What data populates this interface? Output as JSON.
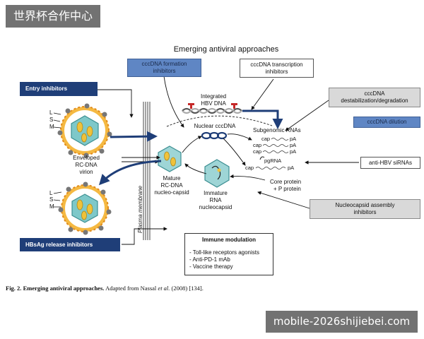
{
  "watermarks": {
    "top": "世界杯合作中心",
    "bottom": "mobile-2026shijiebei.com"
  },
  "diagram": {
    "title": "Emerging antiviral approaches",
    "boxes": {
      "cccdna_formation": [
        "cccDNA formation",
        "inhibitors"
      ],
      "cccdna_transcription": [
        "cccDNA transcription",
        "inhibitors"
      ],
      "entry": "Entry inhibitors",
      "destabilization": [
        "cccDNA",
        "destabilization/degradation"
      ],
      "dilution": "cccDNA dilution",
      "sirna": "anti-HBV siRNAs",
      "capsid_assembly": [
        "Nucleocapsid assembly",
        "inhibitors"
      ],
      "hbsag_release": "HBsAg release inhibitors"
    },
    "immune": {
      "title": "Immune modulation",
      "items": [
        "- Toll-like receptors agonists",
        "- Anti-PD-1 mAb",
        "- Vaccine therapy"
      ]
    },
    "labels": {
      "integrated": [
        "Integrated",
        "HBV DNA"
      ],
      "nuclear": "Nuclear cccDNA",
      "subgenomic": "Subgenomic RNAs",
      "cap": "cap",
      "pa": "pA",
      "pgrna": "pgRNA",
      "core": [
        "Core protein",
        "+ P protein"
      ],
      "enveloped": [
        "Enveloped",
        "RC-DNA",
        "virion"
      ],
      "mature": [
        "Mature",
        "RC-DNA",
        "nucleo-capsid"
      ],
      "immature": [
        "Immature",
        "RNA",
        "nucleocapsid"
      ],
      "membrane": "Plasma membrane",
      "l": "L",
      "s": "S",
      "m": "M"
    }
  },
  "caption": {
    "label": "Fig. 2.",
    "title": "Emerging antiviral approaches.",
    "pre": "Adapted from Nassal",
    "etal": "et al.",
    "post": "(2008) [134]."
  }
}
